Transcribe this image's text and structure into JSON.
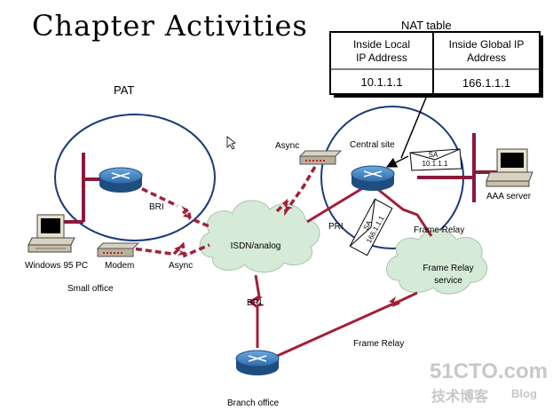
{
  "title": "Chapter Activities",
  "nat_table": {
    "caption": "NAT table",
    "col1_header_line1": "Inside Local",
    "col1_header_line2": "IP Address",
    "col2_header_line1": "Inside Global IP",
    "col2_header_line2": "Address",
    "local_ip": "10.1.1.1",
    "global_ip": "166.1.1.1"
  },
  "labels": {
    "pat": "PAT",
    "async_top": "Async",
    "central_site": "Central site",
    "sa_top": "SA",
    "sa_top_ip": "10.1.1.1",
    "aaa_server": "AAA server",
    "bri_small": "BRI",
    "isdn_cloud": "ISDN/analog",
    "pri": "PRI",
    "frame_relay_central": "Frame Relay",
    "frame_relay_service_line1": "Frame Relay",
    "frame_relay_service_line2": "service",
    "windows_pc": "Windows 95 PC",
    "modem": "Modem",
    "async_bottom": "Async",
    "small_office": "Small office",
    "bri_branch": "BRI",
    "frame_relay_branch": "Frame Relay",
    "branch_office": "Branch office",
    "sa_tilted": "SA",
    "sa_tilted_ip": "166.1.1.1"
  },
  "watermark": {
    "brand": "51CTO.com",
    "sub": "技术博客",
    "blog": "Blog"
  },
  "colors": {
    "serial_link": "#a0203a",
    "circle": "#1a3a7a",
    "router": "#3a7ab8",
    "cloud": "#d6ead8",
    "ethernet": "#8a1a3a"
  }
}
